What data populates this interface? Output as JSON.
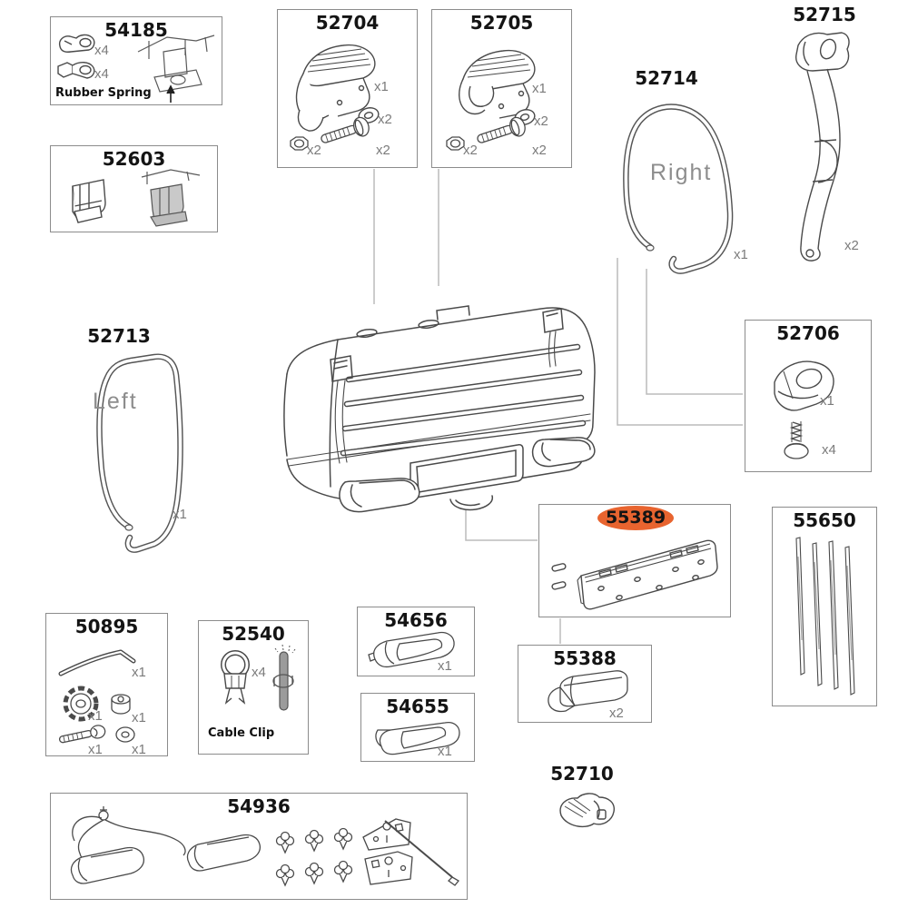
{
  "colors": {
    "highlight": "#E8642F",
    "connector": "#bcbcbc",
    "line_art": "#4a4a4a"
  },
  "parts": {
    "p54185": {
      "number": "54185",
      "qty_arm_top": "x4",
      "qty_arm_bottom": "x4",
      "caption": "Rubber Spring"
    },
    "p52603": {
      "number": "52603"
    },
    "p52704": {
      "number": "52704",
      "qty_housing": "x1",
      "qty_washer": "x2",
      "qty_bolt": "x2",
      "qty_nut": "x2"
    },
    "p52705": {
      "number": "52705",
      "qty_housing": "x1",
      "qty_washer": "x2",
      "qty_bolt": "x2",
      "qty_nut": "x2"
    },
    "p52714": {
      "number": "52714",
      "caption": "Right",
      "qty": "x1"
    },
    "p52715": {
      "number": "52715",
      "qty": "x2"
    },
    "p52706": {
      "number": "52706",
      "qty_bracket": "x1",
      "qty_screw": "x4"
    },
    "p52713": {
      "number": "52713",
      "caption": "Left",
      "qty": "x1"
    },
    "p55389": {
      "number": "55389",
      "highlighted": true
    },
    "p55650": {
      "number": "55650"
    },
    "p50895": {
      "number": "50895",
      "qty_key": "x1",
      "qty_knob": "x1",
      "qty_spacer": "x1",
      "qty_bolt": "x1",
      "qty_washer": "x1"
    },
    "p52540": {
      "number": "52540",
      "qty_clip": "x4",
      "caption": "Cable Clip"
    },
    "p54656": {
      "number": "54656",
      "qty": "x1"
    },
    "p54655": {
      "number": "54655",
      "qty": "x1"
    },
    "p55388": {
      "number": "55388",
      "qty": "x2"
    },
    "p52710": {
      "number": "52710"
    },
    "p54936": {
      "number": "54936"
    }
  }
}
